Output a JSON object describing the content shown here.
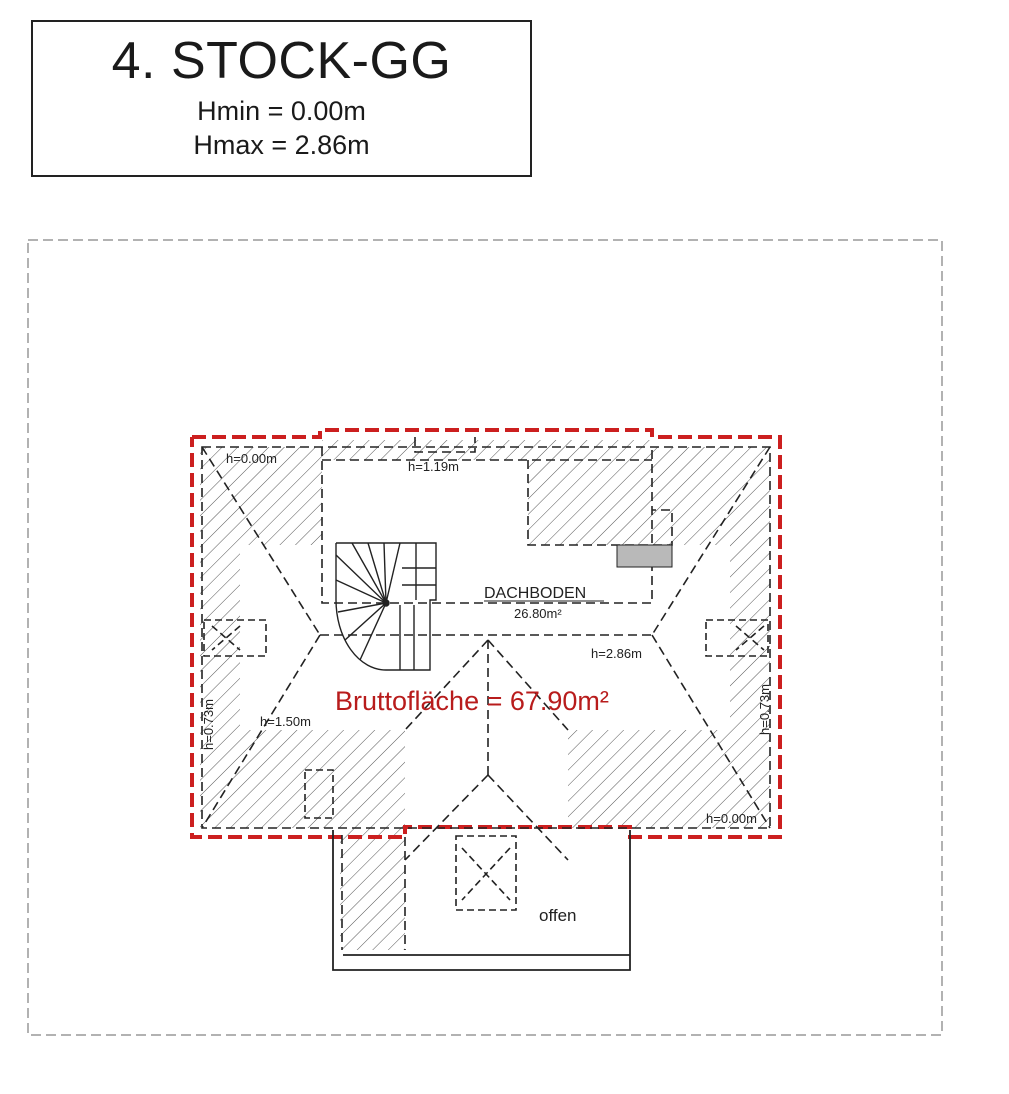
{
  "header": {
    "title": "4. STOCK-GG",
    "hmin": "Hmin  = 0.00m",
    "hmax": "Hmax = 2.86m"
  },
  "room": {
    "name": "DACHBODEN",
    "area": "26.80m²"
  },
  "gross_area": "Bruttofläche  = 67.90m²",
  "heights": {
    "top_left": "h=0.00m",
    "top_dormer": "h=1.19m",
    "ridge": "h=2.86m",
    "left_mid": "h=1.50m",
    "bottom_right": "h=0.00m",
    "left_side": "h=0.73m",
    "right_side": "h=0.73m"
  },
  "opening_label": "offen",
  "colors": {
    "outline_red": "#cc1f1f",
    "text_red": "#b81c1c",
    "line": "#222222",
    "hatch": "#555555"
  }
}
